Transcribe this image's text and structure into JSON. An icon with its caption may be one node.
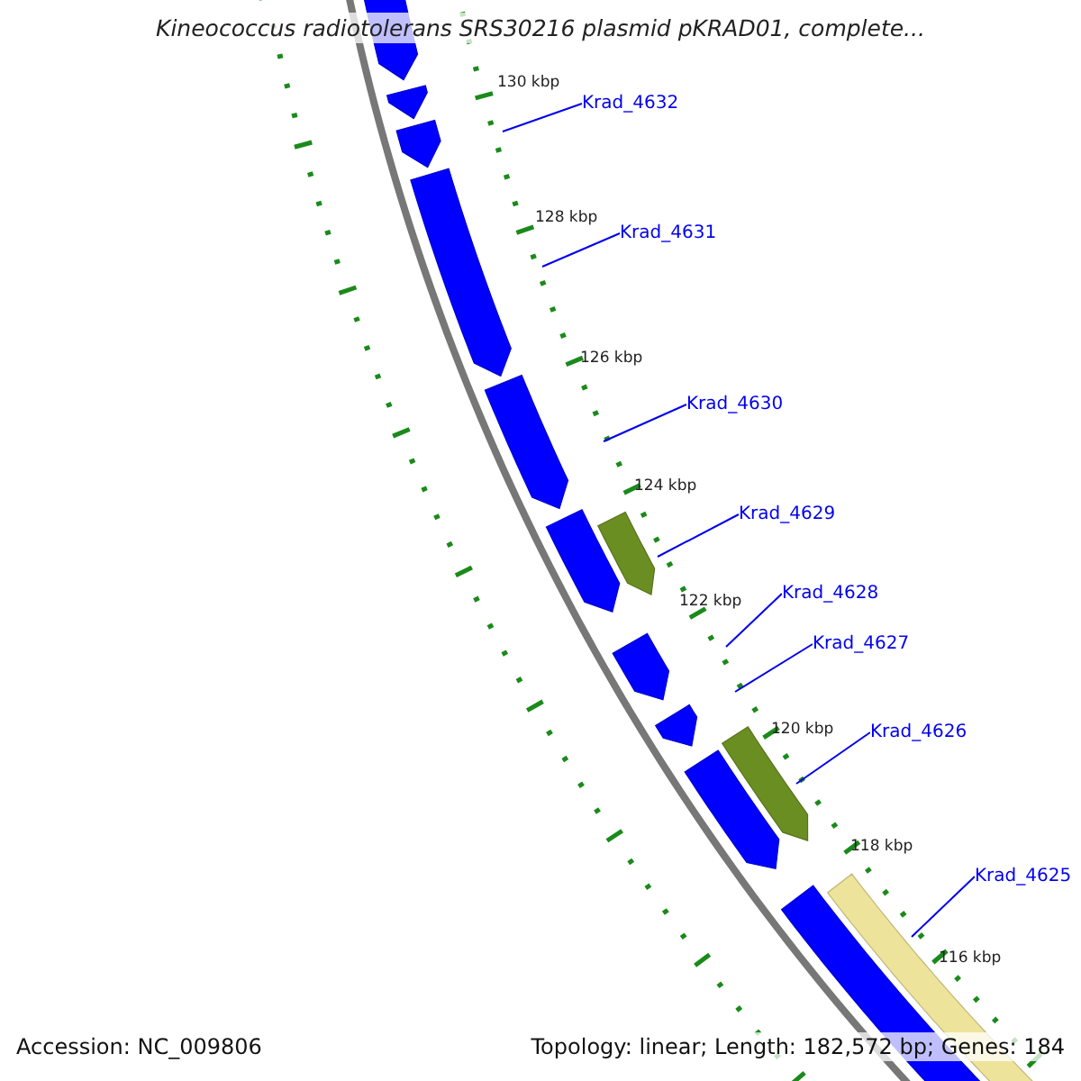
{
  "diagram": {
    "title": "Kineococcus radiotolerans SRS30216 plasmid pKRAD01, complete...",
    "nodes": [
      {
        "text": [
          "Krad_4632"
        ]
      },
      {
        "text": [
          "Krad_4631"
        ]
      },
      {
        "text": [
          "Krad_4630"
        ]
      },
      {
        "text": [
          "Krad_4629"
        ]
      },
      {
        "text": [
          "Krad_4628"
        ]
      },
      {
        "text": [
          "Krad_4627"
        ]
      },
      {
        "text": [
          "Krad_4626"
        ]
      },
      {
        "text": [
          "Krad_4625"
        ]
      }
    ],
    "edges": [
      {
        "from": 0,
        "to": null,
        "arrow": "none"
      },
      {
        "from": 1,
        "to": null,
        "arrow": "none"
      },
      {
        "from": 2,
        "to": null,
        "arrow": "none"
      },
      {
        "from": 3,
        "to": null,
        "arrow": "none"
      },
      {
        "from": 4,
        "to": null,
        "arrow": "none"
      },
      {
        "from": 5,
        "to": null,
        "arrow": "none"
      },
      {
        "from": 6,
        "to": null,
        "arrow": "none"
      },
      {
        "from": 7,
        "to": null,
        "arrow": "none"
      }
    ],
    "labels": [
      "130 kbp",
      "128 kbp",
      "126 kbp",
      "124 kbp",
      "122 kbp",
      "120 kbp",
      "118 kbp",
      "116 kbp",
      "Accession: NC_009806",
      "Topology: linear; Length: 182,572 bp; Genes: 184"
    ]
  }
}
